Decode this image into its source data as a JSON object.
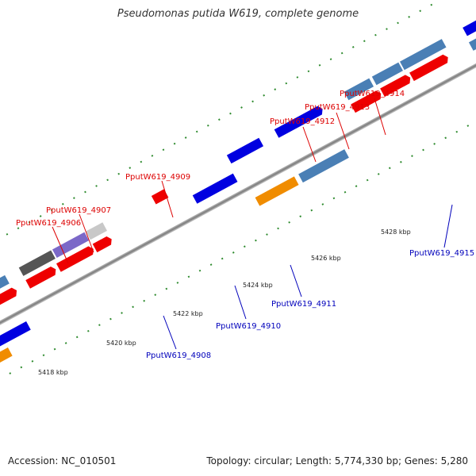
{
  "title": "Pseudomonas putida W619, complete genome",
  "footer": {
    "accession": "Accession: NC_010501",
    "summary": "Topology: circular; Length: 5,774,330 bp; Genes: 5,280"
  },
  "ticks": [
    "5418 kbp",
    "5420 kbp",
    "5422 kbp",
    "5424 kbp",
    "5426 kbp",
    "5428 kbp"
  ],
  "genes": [
    {
      "id": "g4906",
      "label": "PputW619_4906",
      "color": "#555555"
    },
    {
      "id": "g4907",
      "label": "PputW619_4907",
      "color": "#7b68c8"
    },
    {
      "id": "g4908",
      "label": "PputW619_4908",
      "color": "#0000e0"
    },
    {
      "id": "g4909",
      "label": "PputW619_4909",
      "color": "#ee0000"
    },
    {
      "id": "g4910",
      "label": "PputW619_4910",
      "color": "#f08c00"
    },
    {
      "id": "g4911",
      "label": "PputW619_4911",
      "color": "#4a7fb5"
    },
    {
      "id": "g4912",
      "label": "PputW619_4912",
      "color": "#4a7fb5"
    },
    {
      "id": "g4913",
      "label": "PputW619_4913",
      "color": "#4a7fb5"
    },
    {
      "id": "g4914",
      "label": "PputW619_4914",
      "color": "#4a7fb5"
    },
    {
      "id": "g4915",
      "label": "PputW619_4915",
      "color": "#4a7fb5"
    }
  ],
  "colors": {
    "forward_label": "#dd0000",
    "reverse_label": "#0000bb",
    "backbone": "#888888",
    "tick_dots": "#2e8b2e"
  }
}
